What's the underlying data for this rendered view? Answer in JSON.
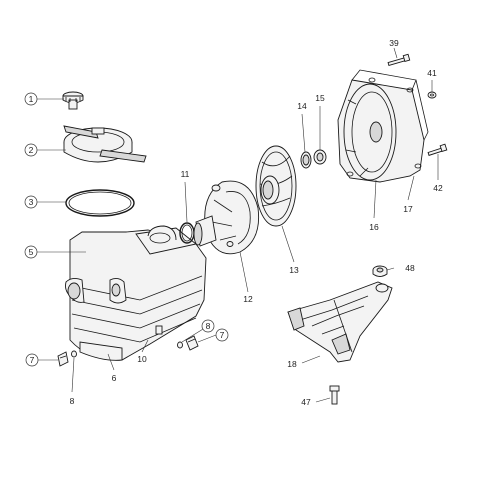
{
  "diagram": {
    "callouts": [
      {
        "id": "c1",
        "label": "1"
      },
      {
        "id": "c2",
        "label": "2"
      },
      {
        "id": "c3",
        "label": "3"
      },
      {
        "id": "c5",
        "label": "5"
      },
      {
        "id": "c6",
        "label": "6"
      },
      {
        "id": "c7a",
        "label": "7"
      },
      {
        "id": "c7b",
        "label": "7"
      },
      {
        "id": "c8a",
        "label": "8"
      },
      {
        "id": "c8b",
        "label": "8"
      },
      {
        "id": "c10",
        "label": "10"
      },
      {
        "id": "c11",
        "label": "11"
      },
      {
        "id": "c12",
        "label": "12"
      },
      {
        "id": "c13",
        "label": "13"
      },
      {
        "id": "c14",
        "label": "14"
      },
      {
        "id": "c15",
        "label": "15"
      },
      {
        "id": "c16",
        "label": "16"
      },
      {
        "id": "c17",
        "label": "17"
      },
      {
        "id": "c18",
        "label": "18"
      },
      {
        "id": "c39",
        "label": "39"
      },
      {
        "id": "c41",
        "label": "41"
      },
      {
        "id": "c42",
        "label": "42"
      },
      {
        "id": "c47",
        "label": "47"
      },
      {
        "id": "c48",
        "label": "48"
      }
    ]
  }
}
